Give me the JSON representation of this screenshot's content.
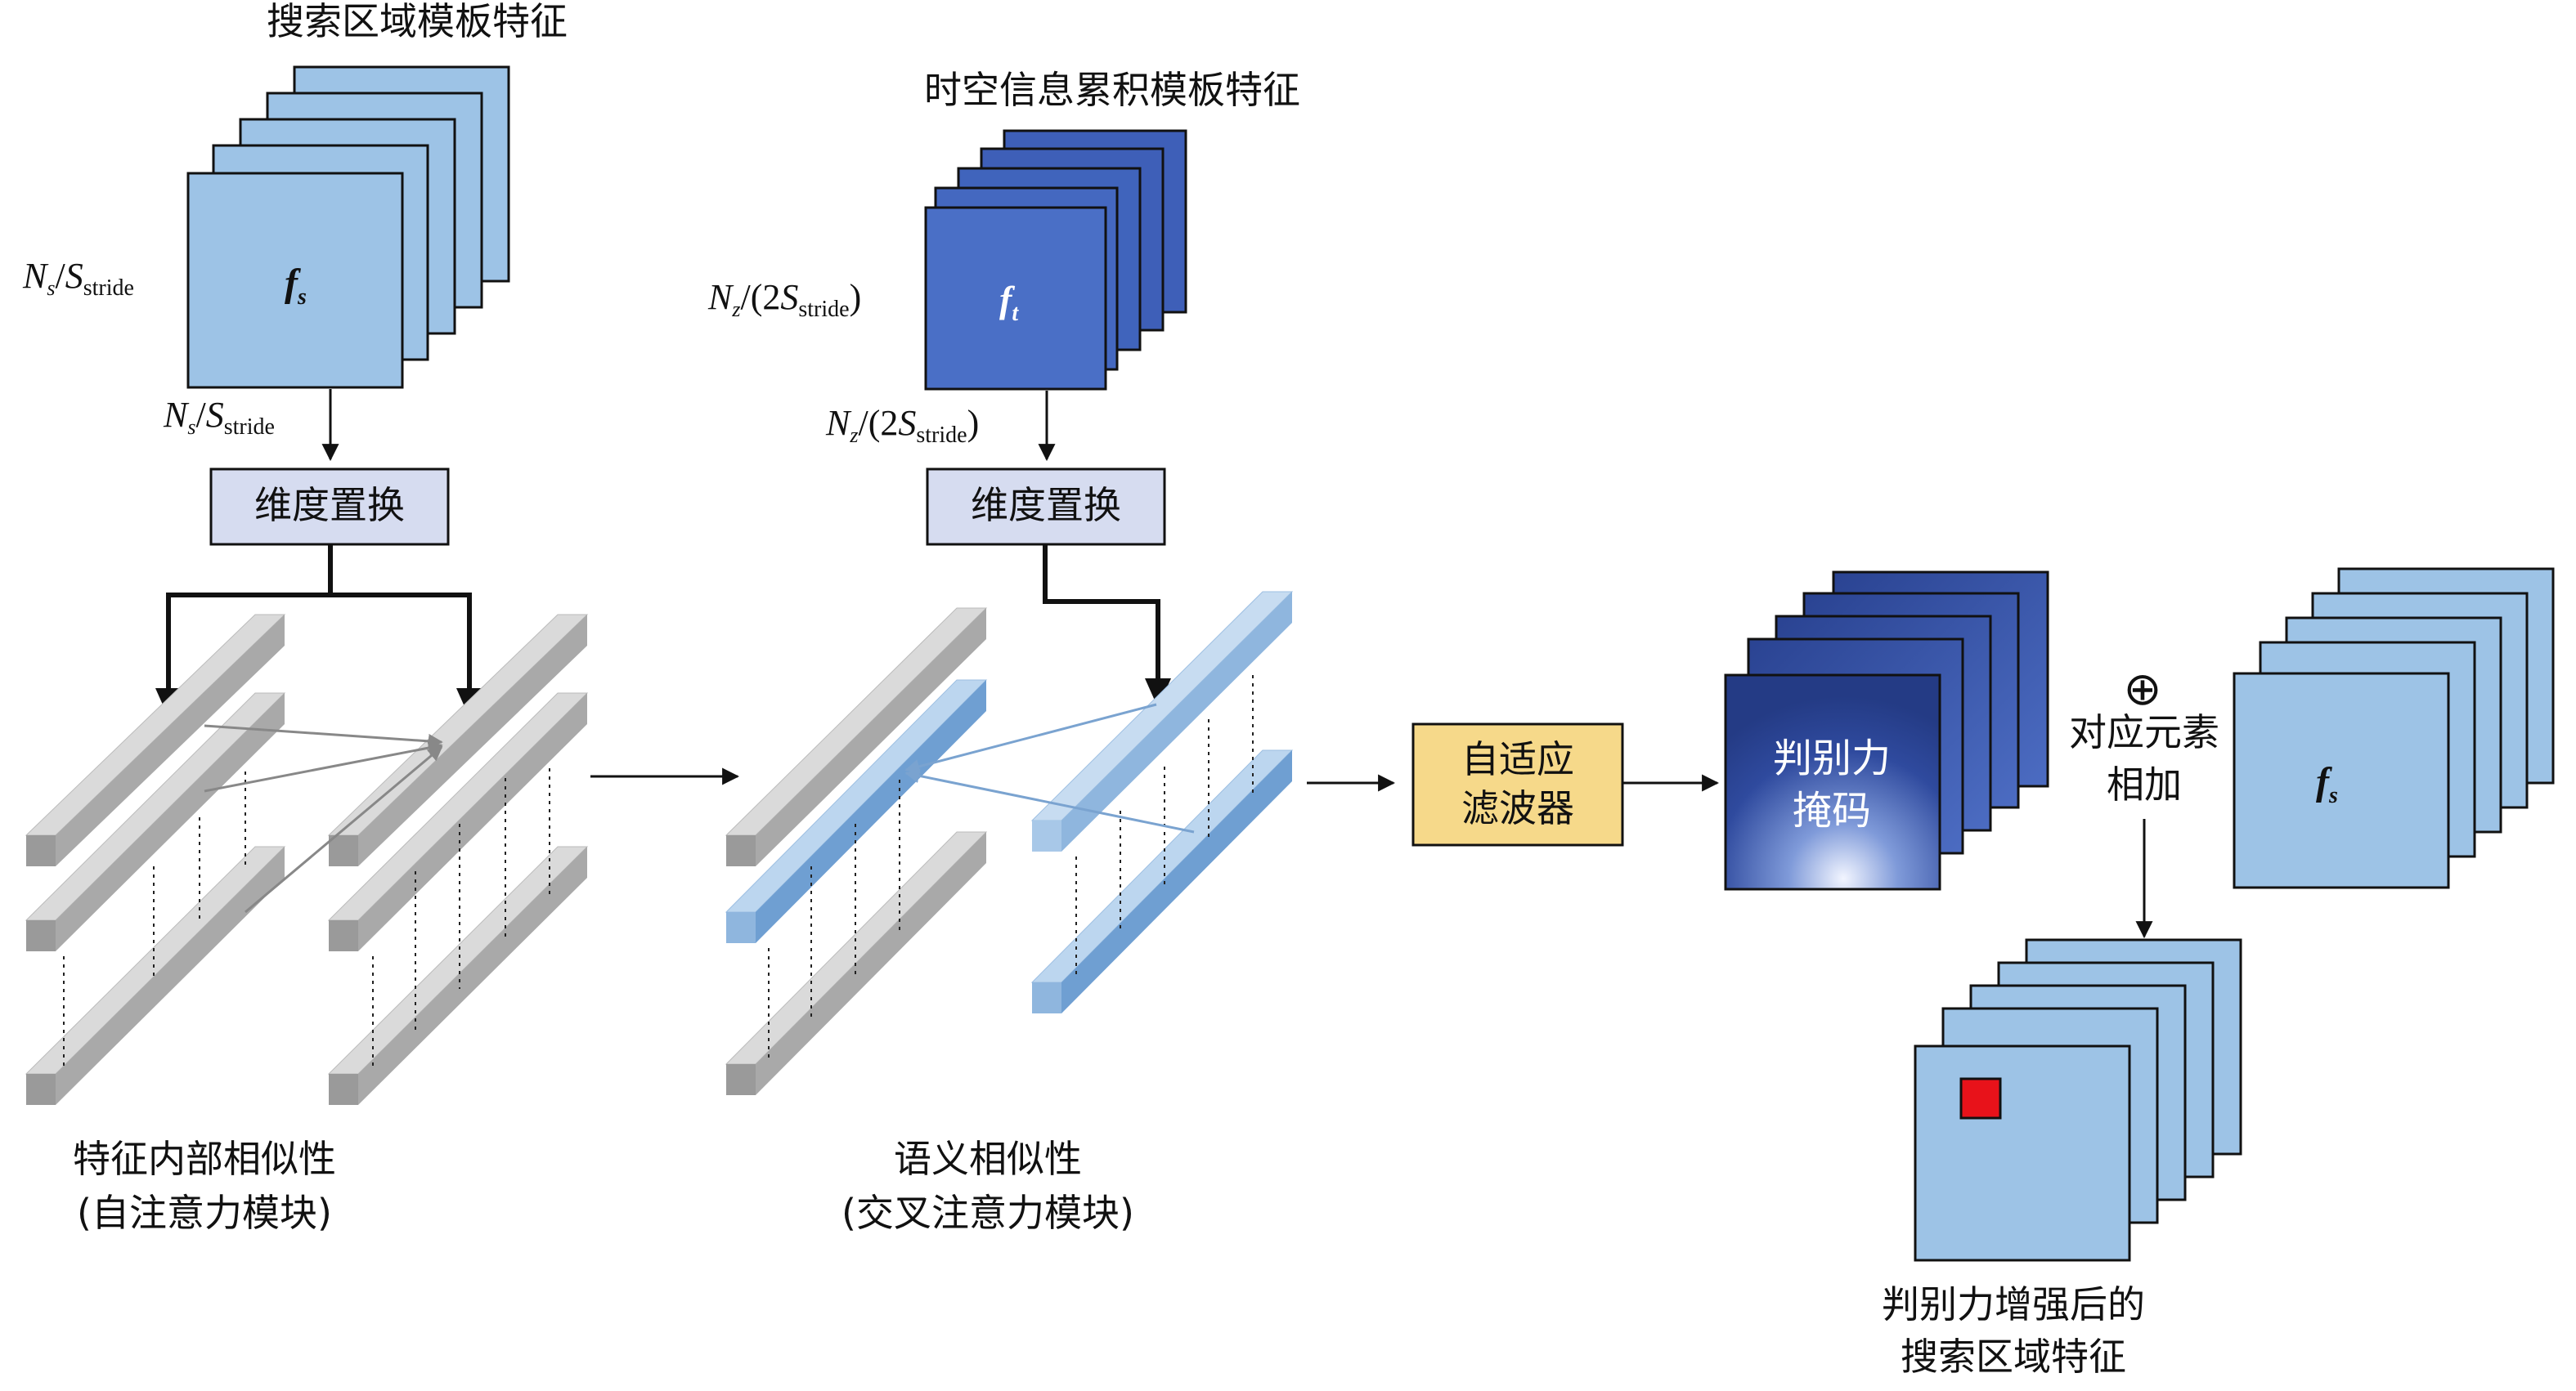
{
  "search_stack": {
    "title": "搜索区域模板特征",
    "symbol": "f",
    "symbol_sub": "s",
    "side_label": {
      "N": "N",
      "N_sub": "s",
      "S": "S",
      "S_sub": "stride"
    },
    "bottom_label": {
      "N": "N",
      "N_sub": "s",
      "S": "S",
      "S_sub": "stride"
    }
  },
  "template_stack": {
    "title": "时空信息累积模板特征",
    "symbol": "f",
    "symbol_sub": "t",
    "side_label": {
      "N": "N",
      "N_sub": "z",
      "mid": "/(2",
      "S": "S",
      "S_sub": "stride",
      "close": ")"
    },
    "bottom_label": {
      "N": "N",
      "N_sub": "z",
      "mid": "/(2",
      "S": "S",
      "S_sub": "stride",
      "close": ")"
    }
  },
  "permute_left": "维度置换",
  "permute_right": "维度置换",
  "self_attention": {
    "line1": "特征内部相似性",
    "line2": "(自注意力模块)"
  },
  "cross_attention": {
    "line1": "语义相似性",
    "line2": "(交叉注意力模块)"
  },
  "adaptive_filter": {
    "line1": "自适应",
    "line2": "滤波器"
  },
  "mask": {
    "line1": "判别力",
    "line2": "掩码"
  },
  "add_symbol": "⊕",
  "add_op": {
    "line1": "对应元素",
    "line2": "相加"
  },
  "fs_stack": {
    "symbol": "f",
    "symbol_sub": "s"
  },
  "output": {
    "line1": "判别力增强后的",
    "line2": "搜索区域特征"
  },
  "colors": {
    "light_blue": "#9dc3e6",
    "dark_blue": "#4a6fc6",
    "mask_blue": "#2f4a9e",
    "permute_box": "#d6dcf0",
    "filter_box": "#f6d98a",
    "highlight_red": "#e8121a",
    "bar_gray": "#c6c6c6",
    "bar_blue": "#8fb6de"
  }
}
